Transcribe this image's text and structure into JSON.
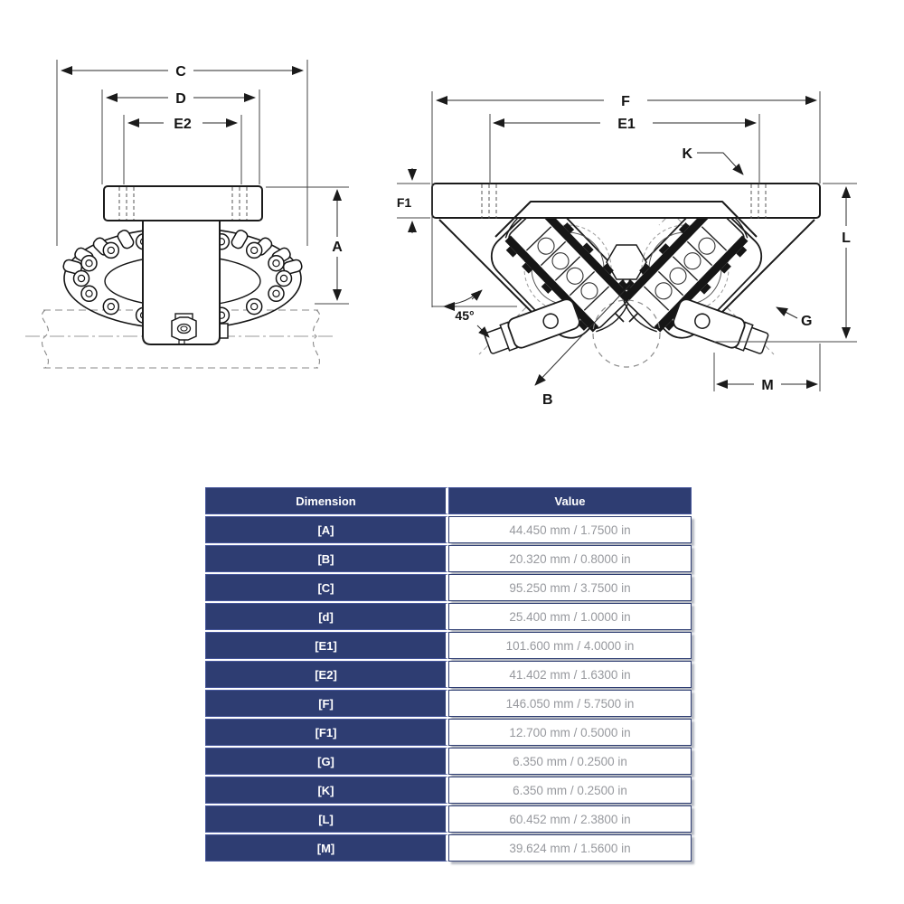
{
  "drawing": {
    "labels": {
      "C": "C",
      "D": "D",
      "E2": "E2",
      "A": "A",
      "F": "F",
      "E1": "E1",
      "K": "K",
      "F1": "F1",
      "L": "L",
      "G": "G",
      "B": "B",
      "M": "M",
      "angle": "45°"
    },
    "colors": {
      "line": "#1b1b1b",
      "hidden_line": "#999999",
      "pipe_line": "#8a8a8a"
    }
  },
  "table": {
    "headers": {
      "dimension": "Dimension",
      "value": "Value"
    },
    "colors": {
      "navy": "#2e3d72",
      "value_text": "#97999e"
    },
    "rows": [
      {
        "dimension": "[A]",
        "value": "44.450 mm / 1.7500 in"
      },
      {
        "dimension": "[B]",
        "value": "20.320 mm / 0.8000 in"
      },
      {
        "dimension": "[C]",
        "value": "95.250 mm / 3.7500 in"
      },
      {
        "dimension": "[d]",
        "value": "25.400 mm / 1.0000 in"
      },
      {
        "dimension": "[E1]",
        "value": "101.600 mm / 4.0000 in"
      },
      {
        "dimension": "[E2]",
        "value": "41.402 mm / 1.6300 in"
      },
      {
        "dimension": "[F]",
        "value": "146.050 mm / 5.7500 in"
      },
      {
        "dimension": "[F1]",
        "value": "12.700 mm / 0.5000 in"
      },
      {
        "dimension": "[G]",
        "value": "6.350 mm / 0.2500 in"
      },
      {
        "dimension": "[K]",
        "value": "6.350 mm / 0.2500 in"
      },
      {
        "dimension": "[L]",
        "value": "60.452 mm / 2.3800 in"
      },
      {
        "dimension": "[M]",
        "value": "39.624 mm / 1.5600 in"
      }
    ]
  }
}
